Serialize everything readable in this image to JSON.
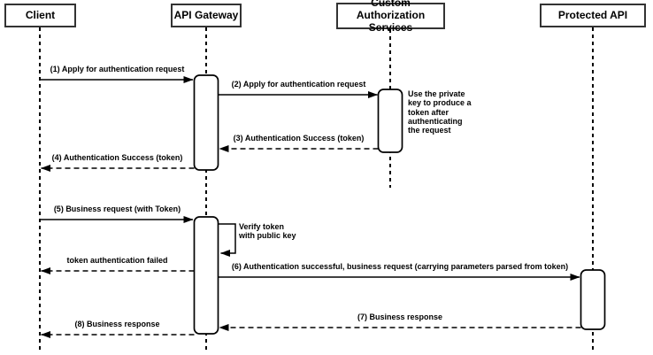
{
  "participants": [
    {
      "label": "Client"
    },
    {
      "label": "API Gateway"
    },
    {
      "label": "Custom Authorization\nServices"
    },
    {
      "label": "Protected API"
    }
  ],
  "messages": {
    "m1": "(1) Apply for authentication request",
    "m2": "(2) Apply for authentication request",
    "m3": "(3) Authentication Success (token)",
    "m4": "(4) Authentication Success (token)",
    "m5": "(5) Business request (with Token)",
    "self_note": "Verify token\nwith public key",
    "fail": "token authentication failed",
    "m6": "(6) Authentication successful, business request (carrying parameters parsed from token)",
    "m7": "(7) Business response",
    "m8": "(8) Business response"
  },
  "notes": {
    "cas_note": "Use the private\nkey to produce a\ntoken after\nauthenticating\nthe request"
  },
  "colors": {
    "stroke": "#000000",
    "box_border": "#333333",
    "background": "#ffffff"
  }
}
